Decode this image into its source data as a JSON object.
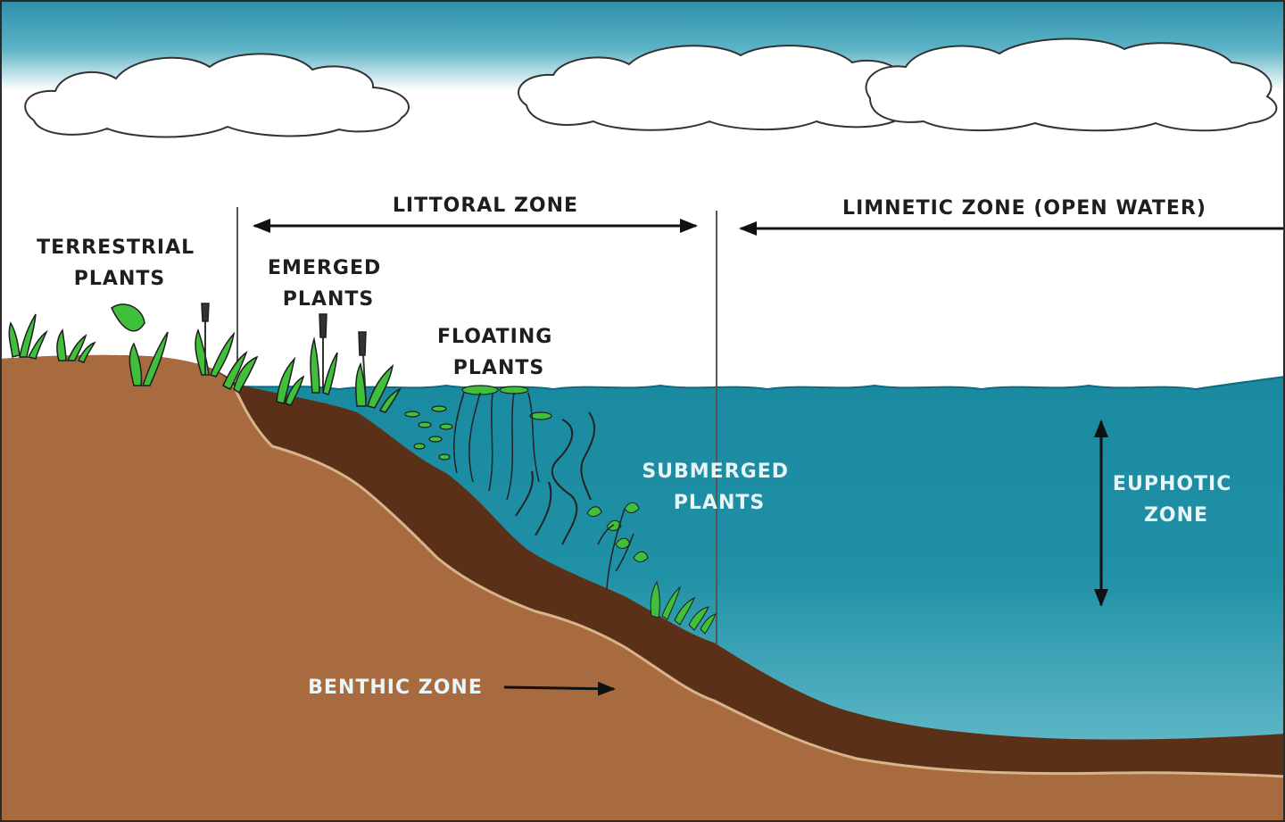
{
  "labels": {
    "littoral_zone": "LITTORAL ZONE",
    "limnetic_zone": "LIMNETIC ZONE (OPEN WATER)",
    "terrestrial_plants": [
      "TERRESTRIAL",
      "PLANTS"
    ],
    "emerged_plants": [
      "EMERGED",
      "PLANTS"
    ],
    "floating_plants": [
      "FLOATING",
      "PLANTS"
    ],
    "submerged_plants": [
      "SUBMERGED",
      "PLANTS"
    ],
    "euphotic_zone": [
      "EUPHOTIC",
      "ZONE"
    ],
    "benthic_zone": "BENTHIC ZONE"
  },
  "colors": {
    "sky_top": "#2c8fa8",
    "sky_bottom": "#ffffff",
    "water_top": "#1d8ea3",
    "water_bottom": "#5fb7c6",
    "soil": "#a76b3f",
    "sediment": "#5a3018",
    "plants": "#3fbf3a",
    "plant_stroke": "#1d1d1d",
    "label_dark": "#1e1e1e",
    "label_light": "#e8f6f8"
  }
}
